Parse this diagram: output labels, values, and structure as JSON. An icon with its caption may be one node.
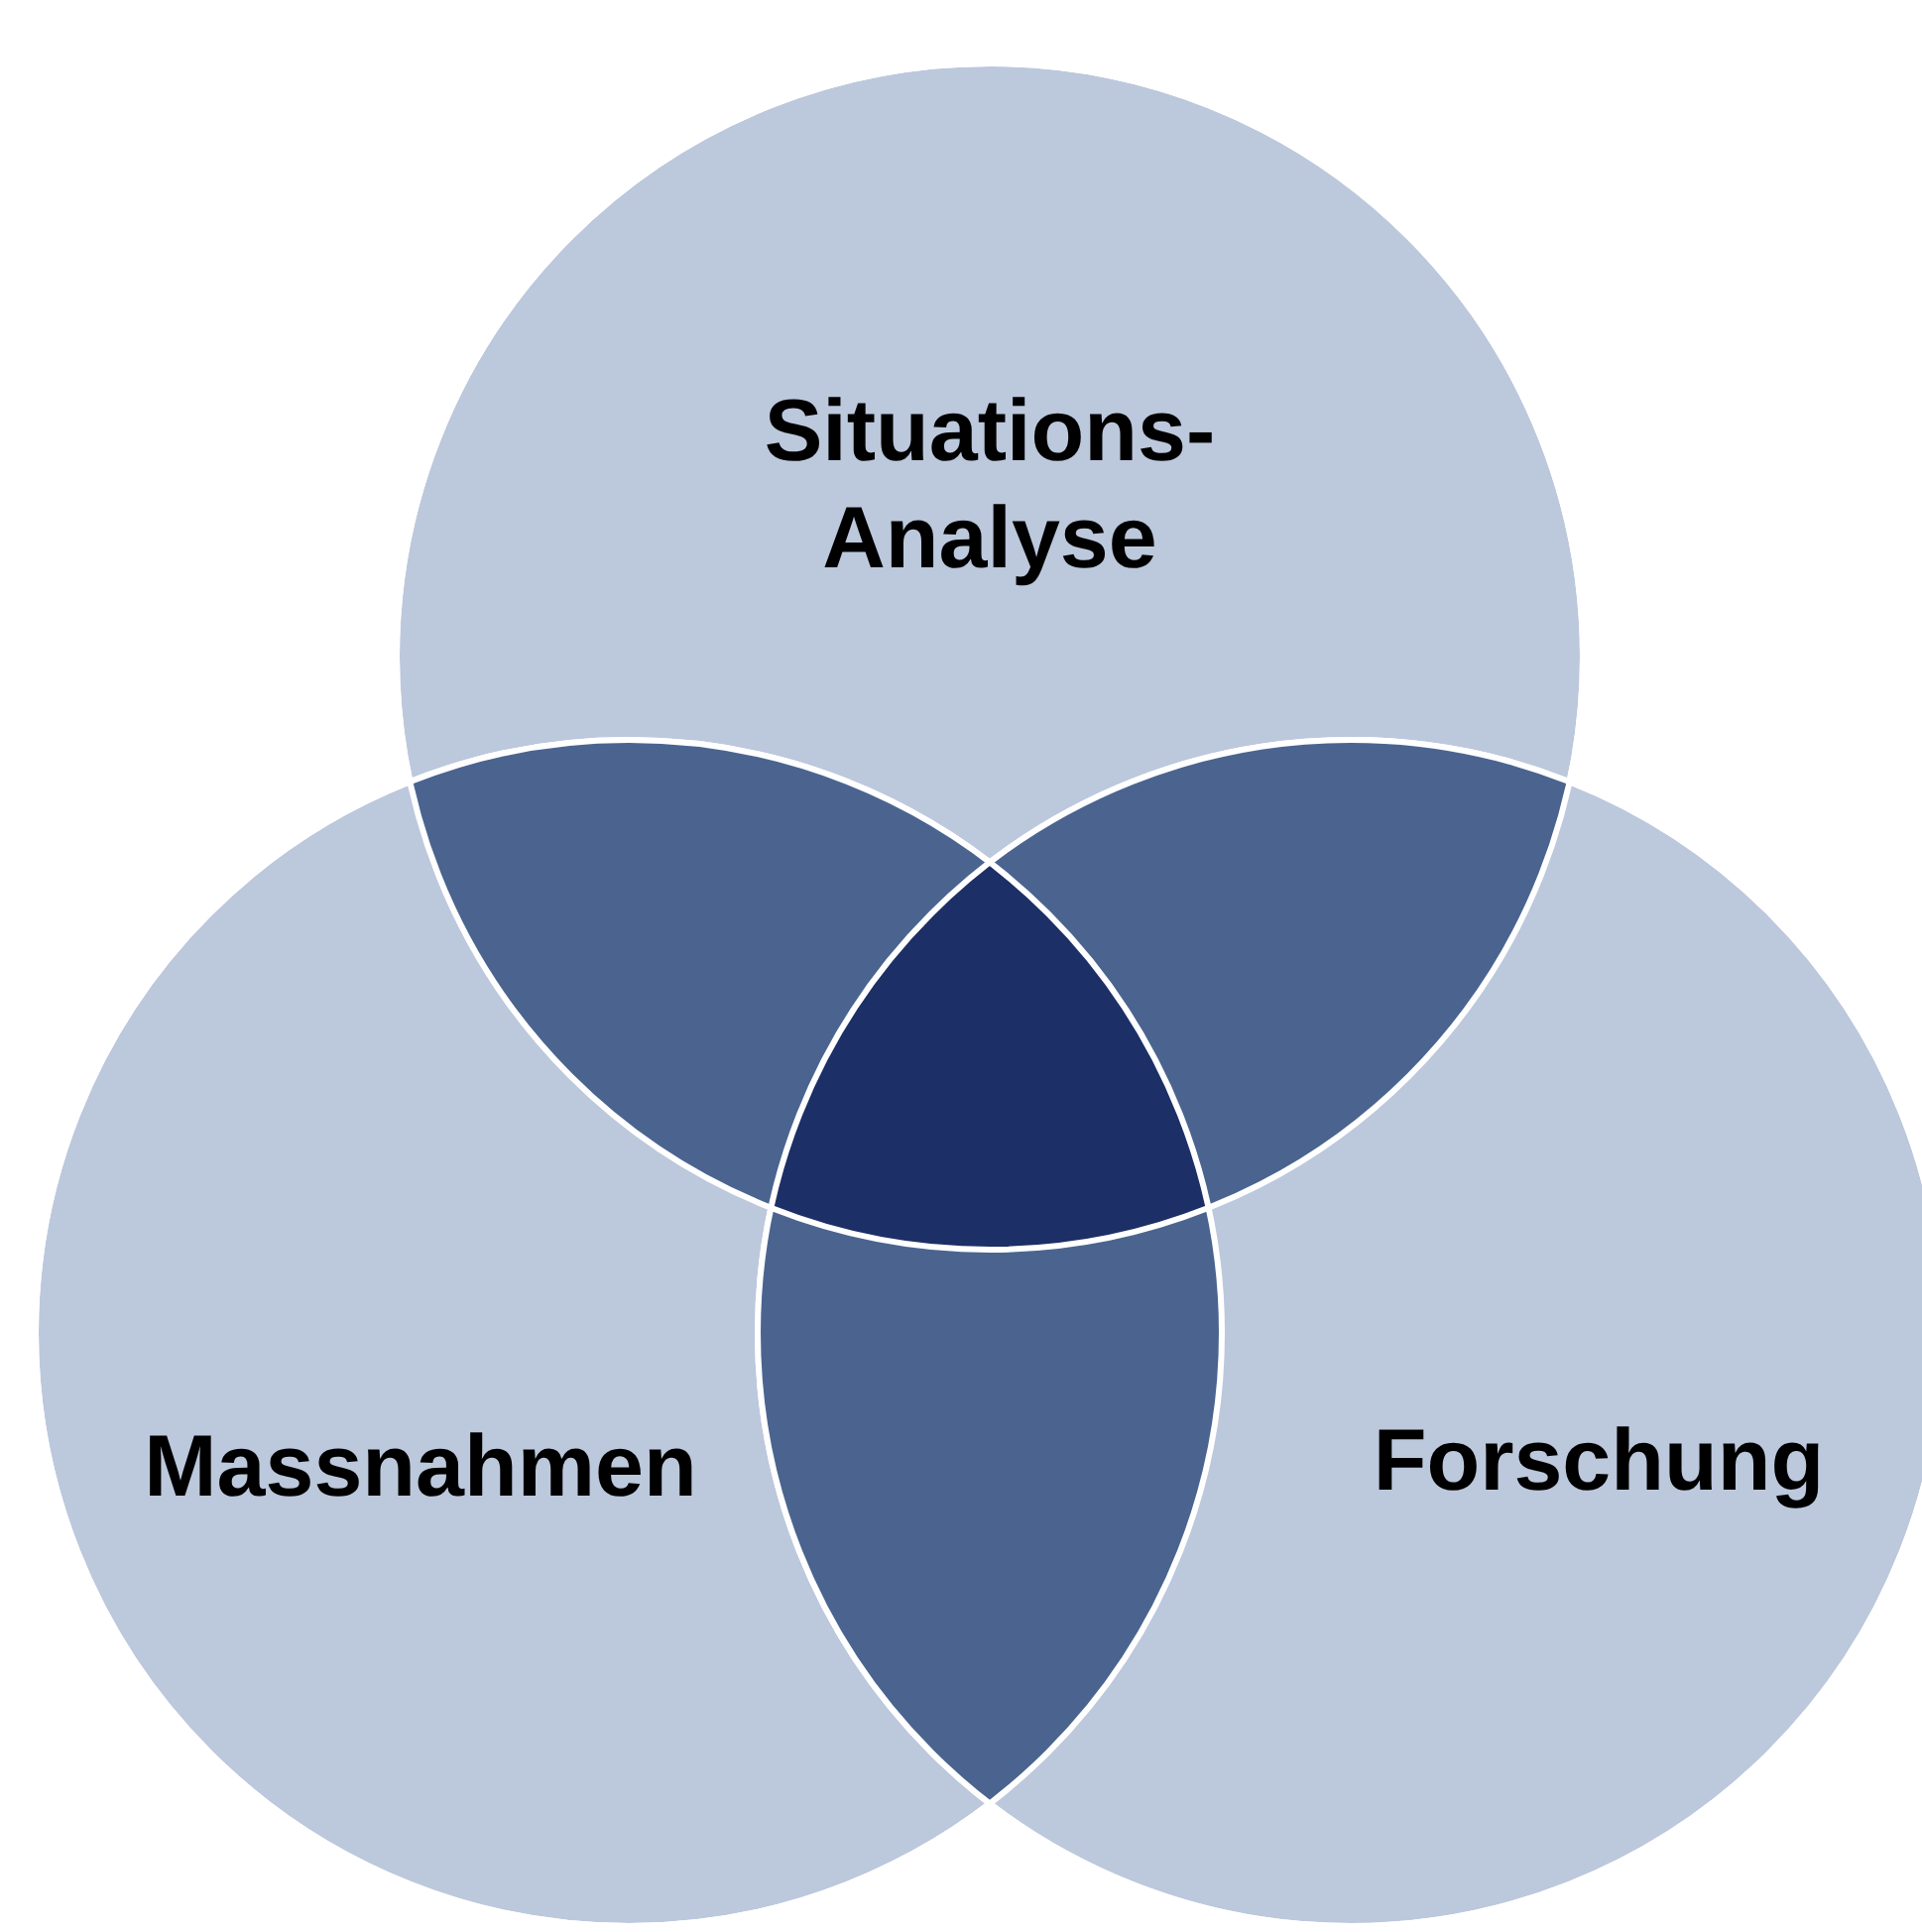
{
  "diagram": {
    "nodes": [
      {
        "text": [
          "Situations- Analyse"
        ]
      },
      {
        "text": [
          "Massnahmen"
        ]
      },
      {
        "text": [
          "Forschung"
        ]
      }
    ]
  }
}
